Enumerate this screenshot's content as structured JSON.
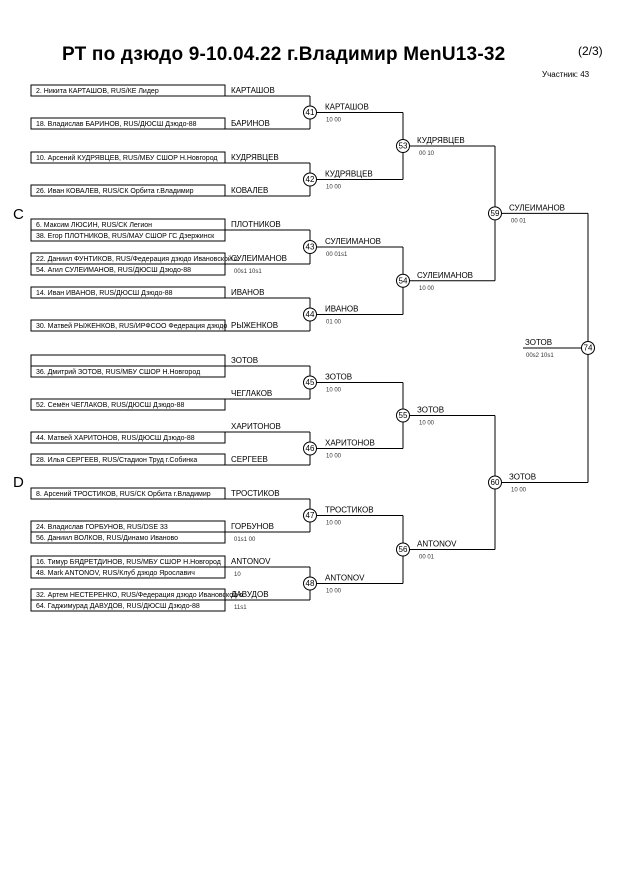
{
  "header": {
    "title": "РТ по дзюдо  9-10.04.22  г.Владимир   MenU13-32",
    "page_indicator": "(2/3)",
    "participants": "Участник: 43"
  },
  "sections": [
    "C",
    "D"
  ],
  "players": [
    {
      "label": "2. Никита КАРТАШОВ, RUS/КЕ Лидер"
    },
    {
      "label": "18. Владислав БАРИНОВ, RUS/ДЮСШ Дзюдо-88"
    },
    {
      "label": "10. Арсений КУДРЯВЦЕВ, RUS/МБУ СШОР Н.Новгород"
    },
    {
      "label": "26. Иван КОВАЛЕВ, RUS/СК Орбита г.Владимир"
    },
    {
      "label": "6. Максим ЛЮСИН, RUS/СК Легион"
    },
    {
      "label": "38. Егор ПЛОТНИКОВ, RUS/МАУ СШОР ГС Дзержинск"
    },
    {
      "label": "22. Даниил ФУНТИКОВ, RUS/Федерация дзюдо Ивановской о."
    },
    {
      "label": "54. Агил СУЛЕИМАНОВ, RUS/ДЮСШ Дзюдо-88"
    },
    {
      "label": "14. Иван ИВАНОВ, RUS/ДЮСШ Дзюдо-88"
    },
    {
      "label": "30. Матвей РЫЖЕНКОВ, RUS/ИРФСОО Федерация дзюдо"
    },
    {
      "label": "36. Дмитрий ЗОТОВ, RUS/МБУ СШОР Н.Новгород"
    },
    {
      "label": "52. Семён ЧЕГЛАКОВ, RUS/ДЮСШ Дзюдо-88"
    },
    {
      "label": "44. Матвей ХАРИТОНОВ, RUS/ДЮСШ Дзюдо-88"
    },
    {
      "label": "28. Илья СЕРГЕЕВ, RUS/Стадион Труд г.Собинка"
    },
    {
      "label": "8. Арсений ТРОСТИКОВ, RUS/СК Орбита г.Владимир"
    },
    {
      "label": "24. Владислав ГОРБУНОВ, RUS/DSE 33"
    },
    {
      "label": "56. Даниил ВОЛКОВ, RUS/Динамо Иваново"
    },
    {
      "label": "16. Тимур БЯДРЕТДИНОВ, RUS/МБУ СШОР Н.Новгород"
    },
    {
      "label": "48. Mark ANTONOV, RUS/Клуб дзюдо Ярославич"
    },
    {
      "label": "32. Артем НЕСТЕРЕНКО, RUS/Федерация дзюдо Ивановской о."
    },
    {
      "label": "64. Гаджимурад ДАВУДОВ, RUS/ДЮСШ Дзюдо-88"
    }
  ],
  "round0": [
    {
      "name": "КАРТАШОВ",
      "score": ""
    },
    {
      "name": "БАРИНОВ",
      "score": ""
    },
    {
      "name": "КУДРЯВЦЕВ",
      "score": ""
    },
    {
      "name": "КОВАЛЕВ",
      "score": ""
    },
    {
      "name": "ПЛОТНИКОВ",
      "score": ""
    },
    {
      "name": "СУЛЕИМАНОВ",
      "score": "00s1  10s1"
    },
    {
      "name": "ИВАНОВ",
      "score": ""
    },
    {
      "name": "РЫЖЕНКОВ",
      "score": ""
    },
    {
      "name": "ЗОТОВ",
      "score": ""
    },
    {
      "name": "ЧЕГЛАКОВ",
      "score": ""
    },
    {
      "name": "ХАРИТОНОВ",
      "score": ""
    },
    {
      "name": "СЕРГЕЕВ",
      "score": ""
    },
    {
      "name": "ТРОСТИКОВ",
      "score": ""
    },
    {
      "name": "ГОРБУНОВ",
      "score": "01s1  00"
    },
    {
      "name": "ANTONOV",
      "score": "10"
    },
    {
      "name": "ДАВУДОВ",
      "score": "11s1"
    }
  ],
  "round1": [
    {
      "match": "41",
      "winner": "КАРТАШОВ",
      "score": "10   00"
    },
    {
      "match": "42",
      "winner": "КУДРЯВЦЕВ",
      "score": "10   00"
    },
    {
      "match": "43",
      "winner": "СУЛЕИМАНОВ",
      "score": "00   01s1"
    },
    {
      "match": "44",
      "winner": "ИВАНОВ",
      "score": "01   00"
    },
    {
      "match": "45",
      "winner": "ЗОТОВ",
      "score": "10   00"
    },
    {
      "match": "46",
      "winner": "ХАРИТОНОВ",
      "score": "10   00"
    },
    {
      "match": "47",
      "winner": "ТРОСТИКОВ",
      "score": "10   00"
    },
    {
      "match": "48",
      "winner": "ANTONOV",
      "score": "10   00"
    }
  ],
  "round2": [
    {
      "match": "53",
      "winner": "КУДРЯВЦЕВ",
      "score": "00   10"
    },
    {
      "match": "54",
      "winner": "СУЛЕИМАНОВ",
      "score": "10   00"
    },
    {
      "match": "55",
      "winner": "ЗОТОВ",
      "score": "10   00"
    },
    {
      "match": "56",
      "winner": "ANTONOV",
      "score": "00   01"
    }
  ],
  "round3": [
    {
      "match": "59",
      "winner": "СУЛЕИМАНОВ",
      "score": "00   01"
    },
    {
      "match": "60",
      "winner": "ЗОТОВ",
      "score": "10   00"
    }
  ],
  "final": {
    "match": "74",
    "winner": "ЗОТОВ",
    "score": "00s2   10s1"
  }
}
